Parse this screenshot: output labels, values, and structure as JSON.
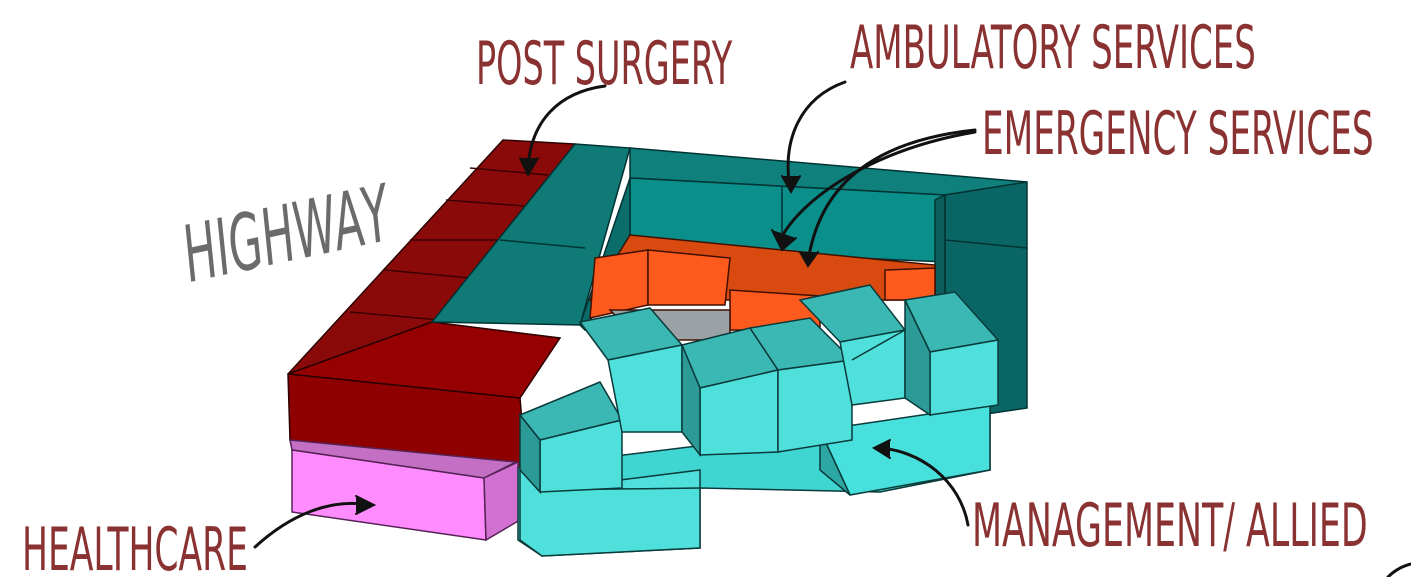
{
  "labels": {
    "highway": "HIGHWAY",
    "post_surgery": "POST SURGERY",
    "ambulatory": "AMBULATORY SERVICES",
    "emergency": "EMERGENCY SERVICES",
    "management": "MANAGEMENT/ ALLIED",
    "healthcare": "HEALTHCARE"
  },
  "colors": {
    "label_text": "#8a3232",
    "highway_text": "#6b6b6b",
    "post_surgery_block": "#8f0000",
    "ambulatory_block": "#0b8a86",
    "emergency_block": "#ff5a1e",
    "management_block": "#4fe0dc",
    "healthcare_block": "#ff8cff",
    "arrow": "#111111"
  }
}
